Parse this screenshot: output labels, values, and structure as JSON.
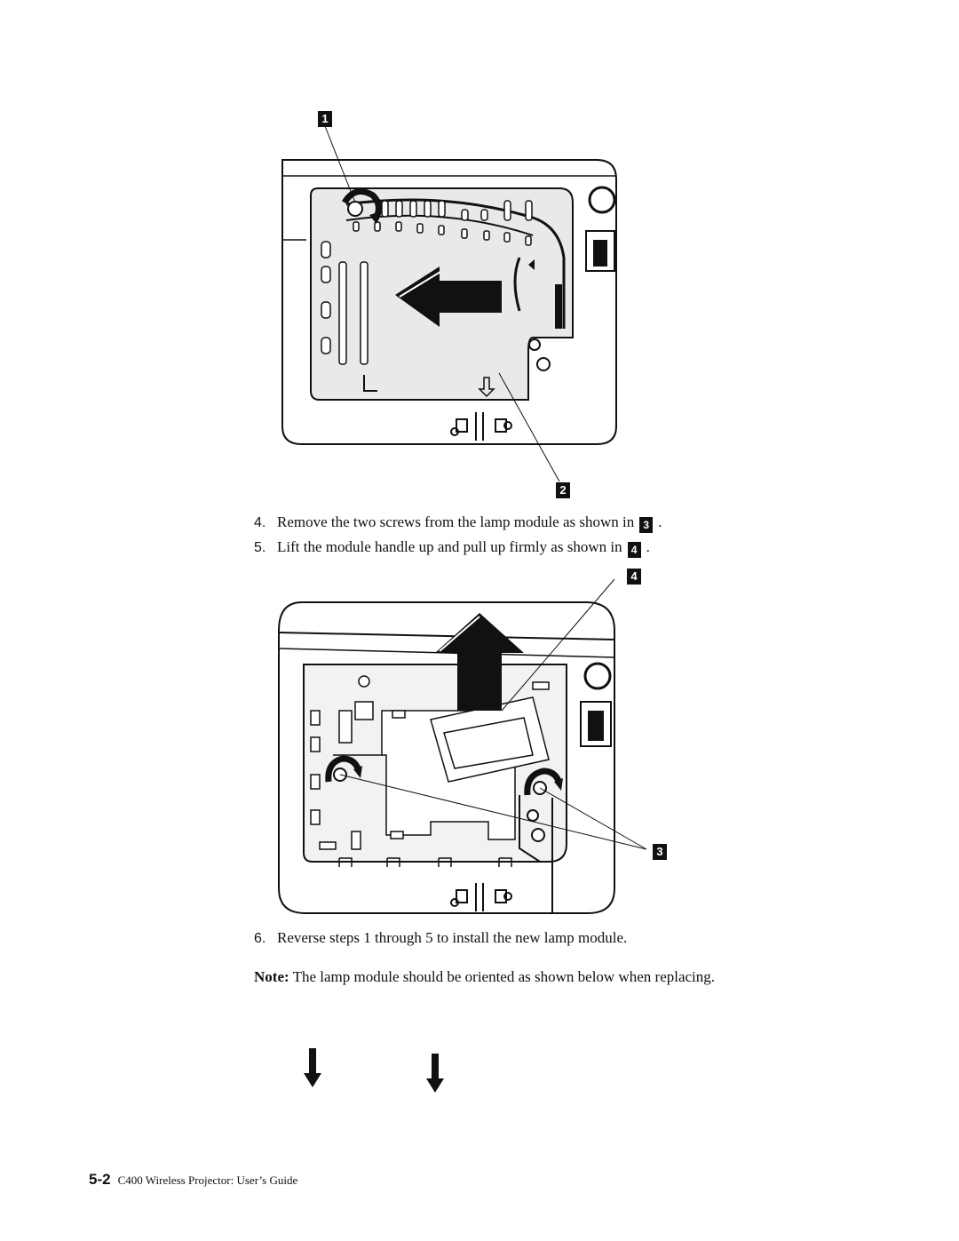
{
  "figure1": {
    "callout_top": "1",
    "callout_bottom": "2"
  },
  "steps": [
    {
      "num": "4.",
      "text": "Remove the two screws from the lamp module as shown in",
      "callout": "3",
      "end": "."
    },
    {
      "num": "5.",
      "text": "Lift the module handle up and pull up firmly as shown in",
      "callout": "4",
      "end": "."
    }
  ],
  "figure2": {
    "callout_top": "4",
    "callout_right": "3"
  },
  "step6": {
    "num": "6.",
    "text": "Reverse steps 1 through 5 to install the new lamp module."
  },
  "note": {
    "label": "Note:",
    "text": "The lamp module should be oriented as shown below when replacing."
  },
  "footer": {
    "page": "5-2",
    "title": "C400 Wireless Projector: User’s Guide"
  }
}
